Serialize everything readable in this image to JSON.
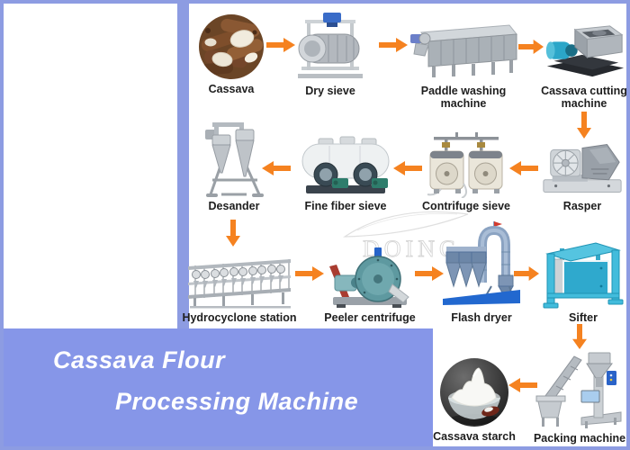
{
  "banner": {
    "line1": "Cassava Flour",
    "line2": "Processing Machine"
  },
  "watermark": {
    "text": "DOING"
  },
  "colors": {
    "arrow_orange": "#f58220",
    "frame_blue": "#8d9ce2",
    "banner_blue": "#8696e8",
    "label_text": "#1e1e1e",
    "background": "#ffffff"
  },
  "stations": [
    {
      "id": "cassava",
      "label": "Cassava"
    },
    {
      "id": "dry-sieve",
      "label": "Dry sieve"
    },
    {
      "id": "paddle-washing-machine",
      "label": "Paddle washing machine"
    },
    {
      "id": "cassava-cutting-machine",
      "label": "Cassava cutting machine"
    },
    {
      "id": "rasper",
      "label": "Rasper"
    },
    {
      "id": "contrifuge-sieve",
      "label": "Contrifuge sieve"
    },
    {
      "id": "fine-fiber-sieve",
      "label": "Fine fiber sieve"
    },
    {
      "id": "desander",
      "label": "Desander"
    },
    {
      "id": "hydrocyclone-station",
      "label": "Hydrocyclone station"
    },
    {
      "id": "peeler-centrifuge",
      "label": "Peeler centrifuge"
    },
    {
      "id": "flash-dryer",
      "label": "Flash dryer"
    },
    {
      "id": "sifter",
      "label": "Sifter"
    },
    {
      "id": "packing-machine",
      "label": "Packing machine"
    },
    {
      "id": "cassava-starch",
      "label": "Cassava starch"
    }
  ],
  "arrows": [
    {
      "from": "cassava",
      "to": "dry-sieve",
      "direction": "right"
    },
    {
      "from": "dry-sieve",
      "to": "paddle-washing-machine",
      "direction": "right"
    },
    {
      "from": "paddle-washing-machine",
      "to": "cassava-cutting-machine",
      "direction": "right"
    },
    {
      "from": "cassava-cutting-machine",
      "to": "rasper",
      "direction": "down"
    },
    {
      "from": "rasper",
      "to": "contrifuge-sieve",
      "direction": "left"
    },
    {
      "from": "contrifuge-sieve",
      "to": "fine-fiber-sieve",
      "direction": "left"
    },
    {
      "from": "fine-fiber-sieve",
      "to": "desander",
      "direction": "left"
    },
    {
      "from": "desander",
      "to": "hydrocyclone-station",
      "direction": "down"
    },
    {
      "from": "hydrocyclone-station",
      "to": "peeler-centrifuge",
      "direction": "right"
    },
    {
      "from": "peeler-centrifuge",
      "to": "flash-dryer",
      "direction": "right"
    },
    {
      "from": "flash-dryer",
      "to": "sifter",
      "direction": "right"
    },
    {
      "from": "sifter",
      "to": "packing-machine",
      "direction": "down"
    },
    {
      "from": "packing-machine",
      "to": "cassava-starch",
      "direction": "left"
    }
  ]
}
